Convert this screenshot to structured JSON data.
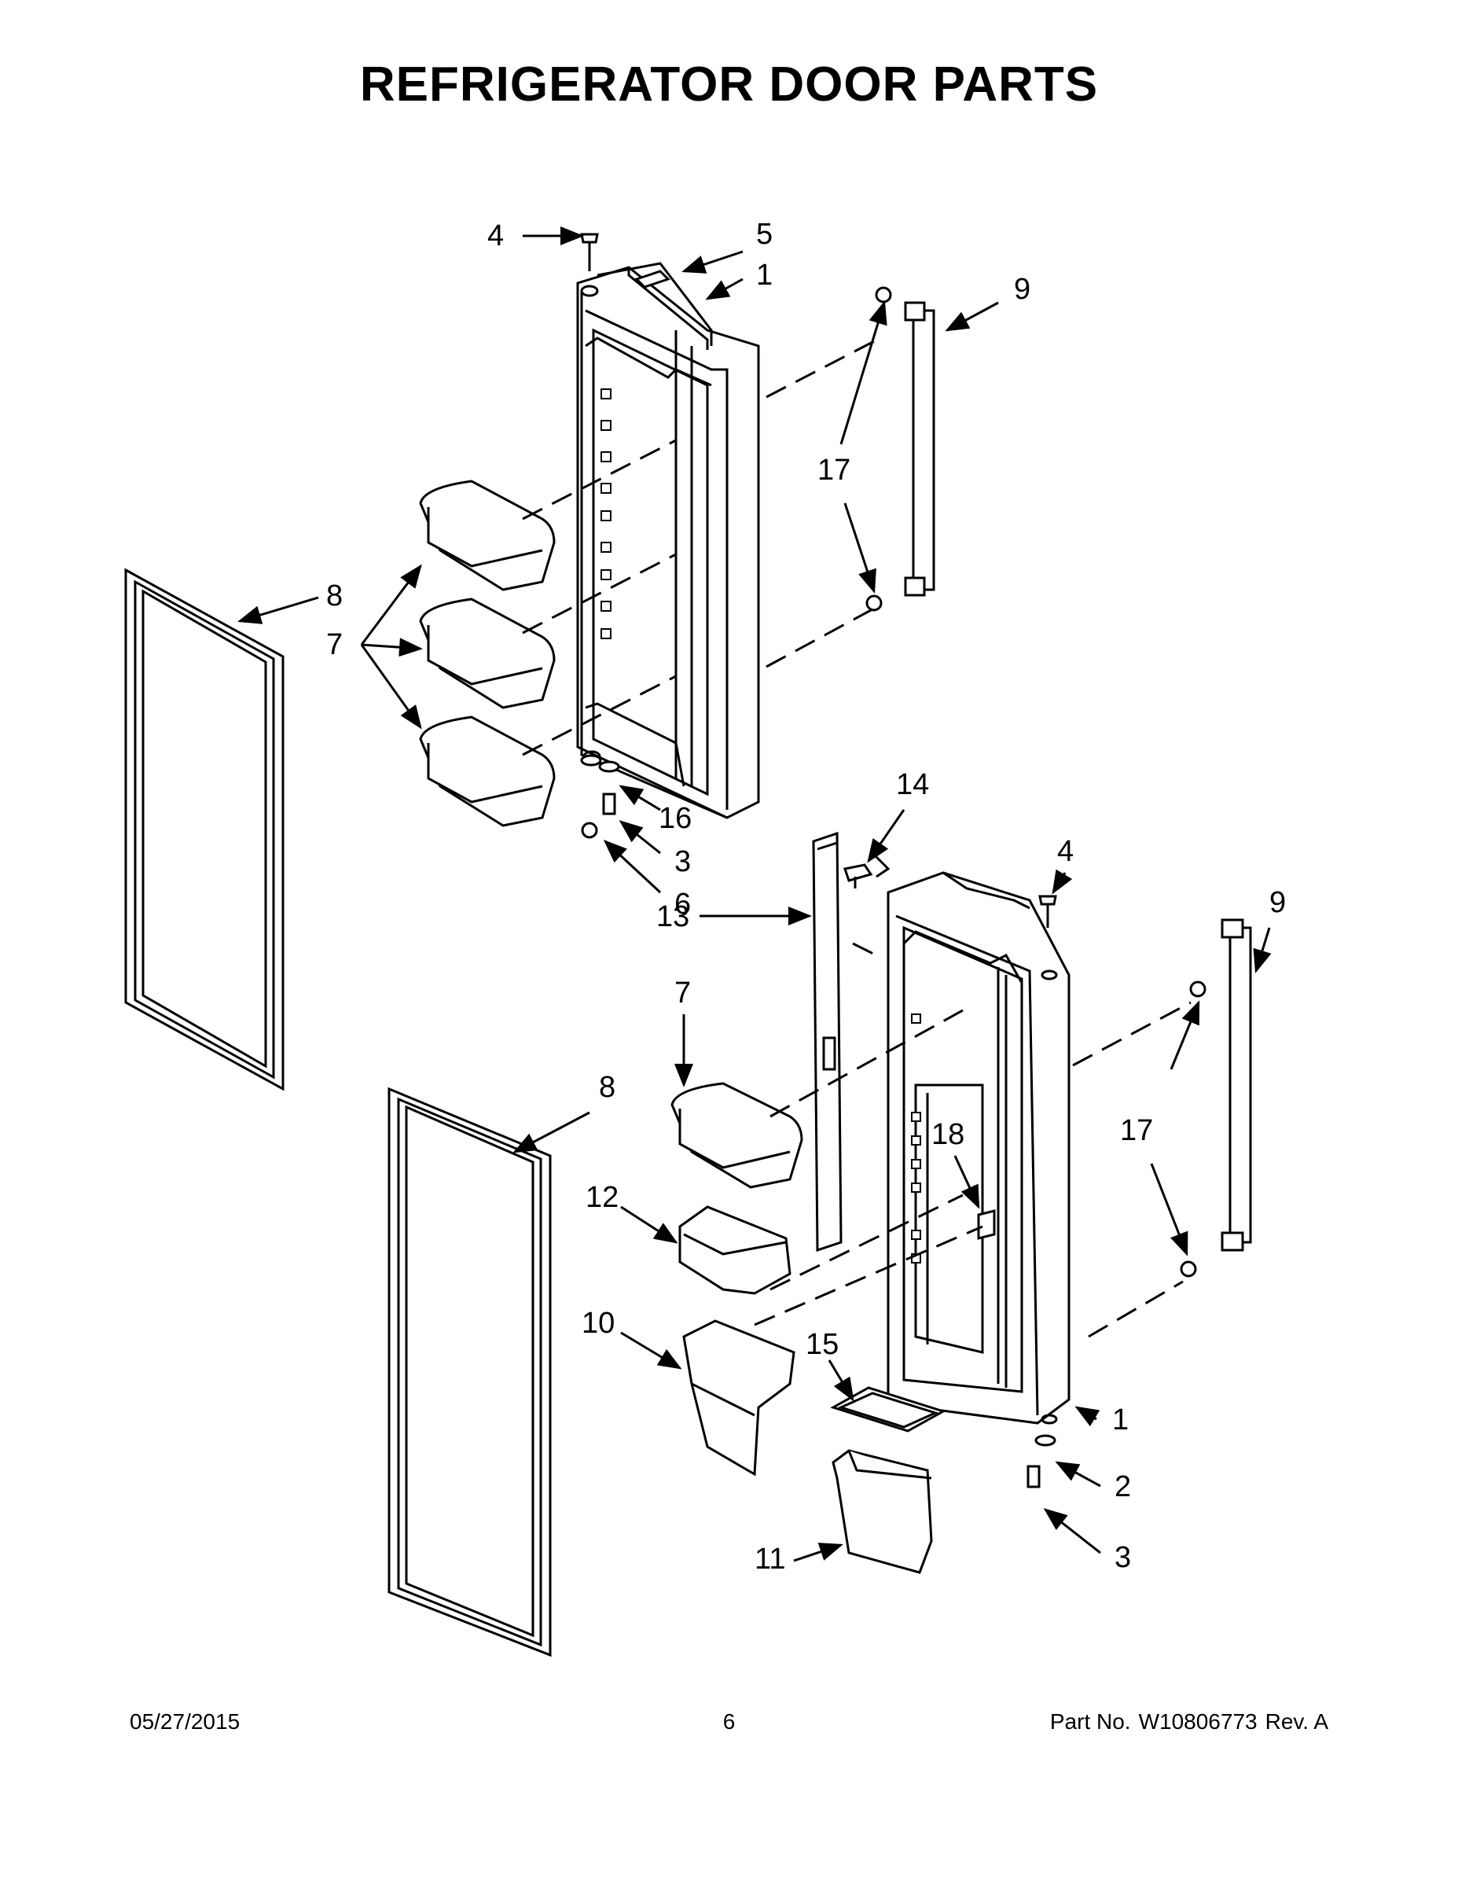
{
  "page": {
    "title": "REFRIGERATOR DOOR PARTS"
  },
  "callouts": {
    "c1a": "1",
    "c4a": "4",
    "c5": "5",
    "c9a": "9",
    "c17a": "17",
    "c8a": "8",
    "c7a": "7",
    "c16": "16",
    "c3a": "3",
    "c6": "6",
    "c14": "14",
    "c4b": "4",
    "c9b": "9",
    "c13": "13",
    "c7b": "7",
    "c8b": "8",
    "c18": "18",
    "c17b": "17",
    "c12": "12",
    "c10": "10",
    "c15": "15",
    "c1b": "1",
    "c2": "2",
    "c3b": "3",
    "c11": "11"
  },
  "footer": {
    "date": "05/27/2015",
    "page_number": "6",
    "part_label": "Part No.",
    "part_number": "W10806773",
    "revision": "Rev. A"
  }
}
